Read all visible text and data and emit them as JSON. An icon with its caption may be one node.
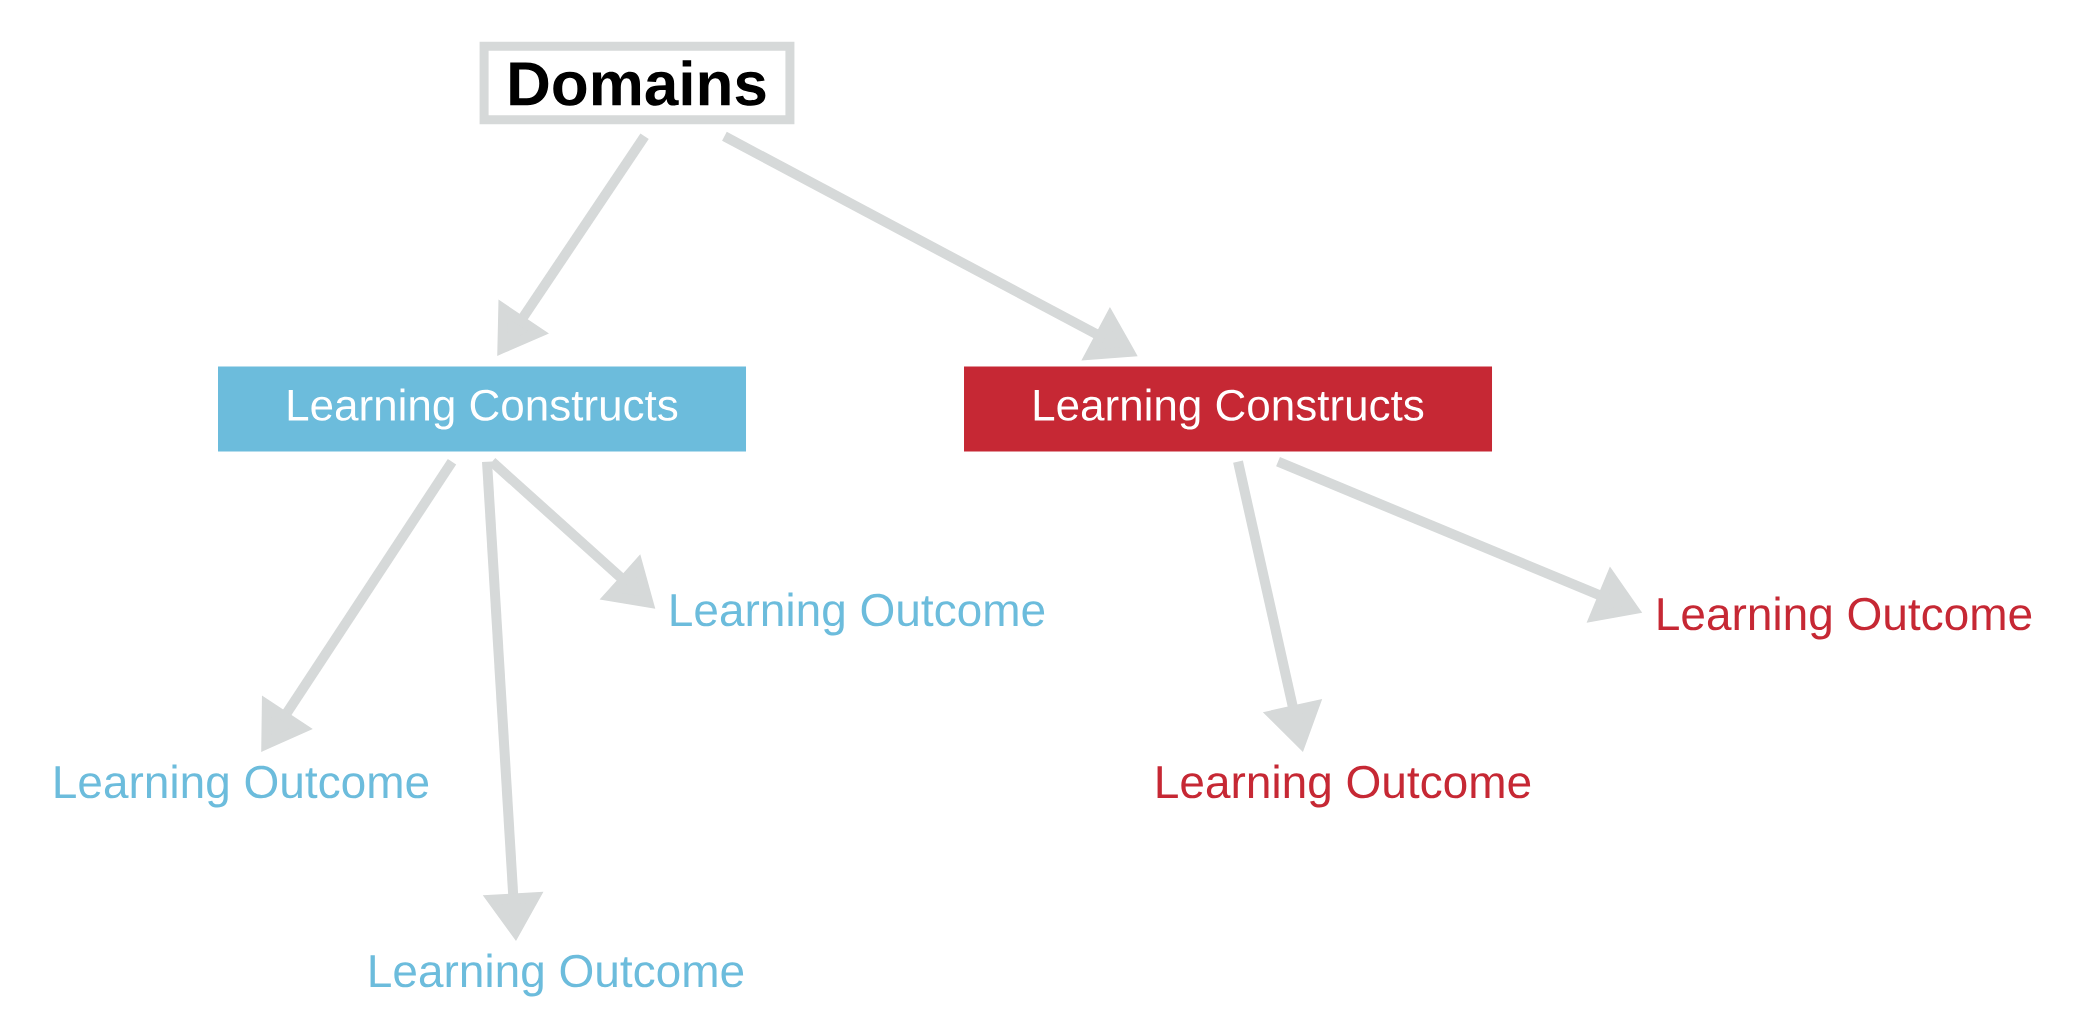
{
  "diagram": {
    "nodes": [
      {
        "text": [
          "Domains"
        ]
      },
      {
        "text": [
          "Learning Constructs"
        ]
      },
      {
        "text": [
          "Learning Constructs"
        ]
      },
      {
        "text": [
          "Learning Outcome"
        ]
      },
      {
        "text": [
          "Learning Outcome"
        ]
      },
      {
        "text": [
          "Learning Outcome"
        ]
      },
      {
        "text": [
          "Learning Outcome"
        ]
      },
      {
        "text": [
          "Learning Outcome"
        ]
      }
    ],
    "edges": [
      {
        "from": 0,
        "to": 1,
        "arrow": "to"
      },
      {
        "from": 0,
        "to": 2,
        "arrow": "to"
      },
      {
        "from": 1,
        "to": 3,
        "arrow": "to"
      },
      {
        "from": 1,
        "to": 5,
        "arrow": "to"
      },
      {
        "from": 1,
        "to": 7,
        "arrow": "to"
      },
      {
        "from": 2,
        "to": 6,
        "arrow": "to"
      },
      {
        "from": 2,
        "to": 4,
        "arrow": "to"
      }
    ]
  }
}
